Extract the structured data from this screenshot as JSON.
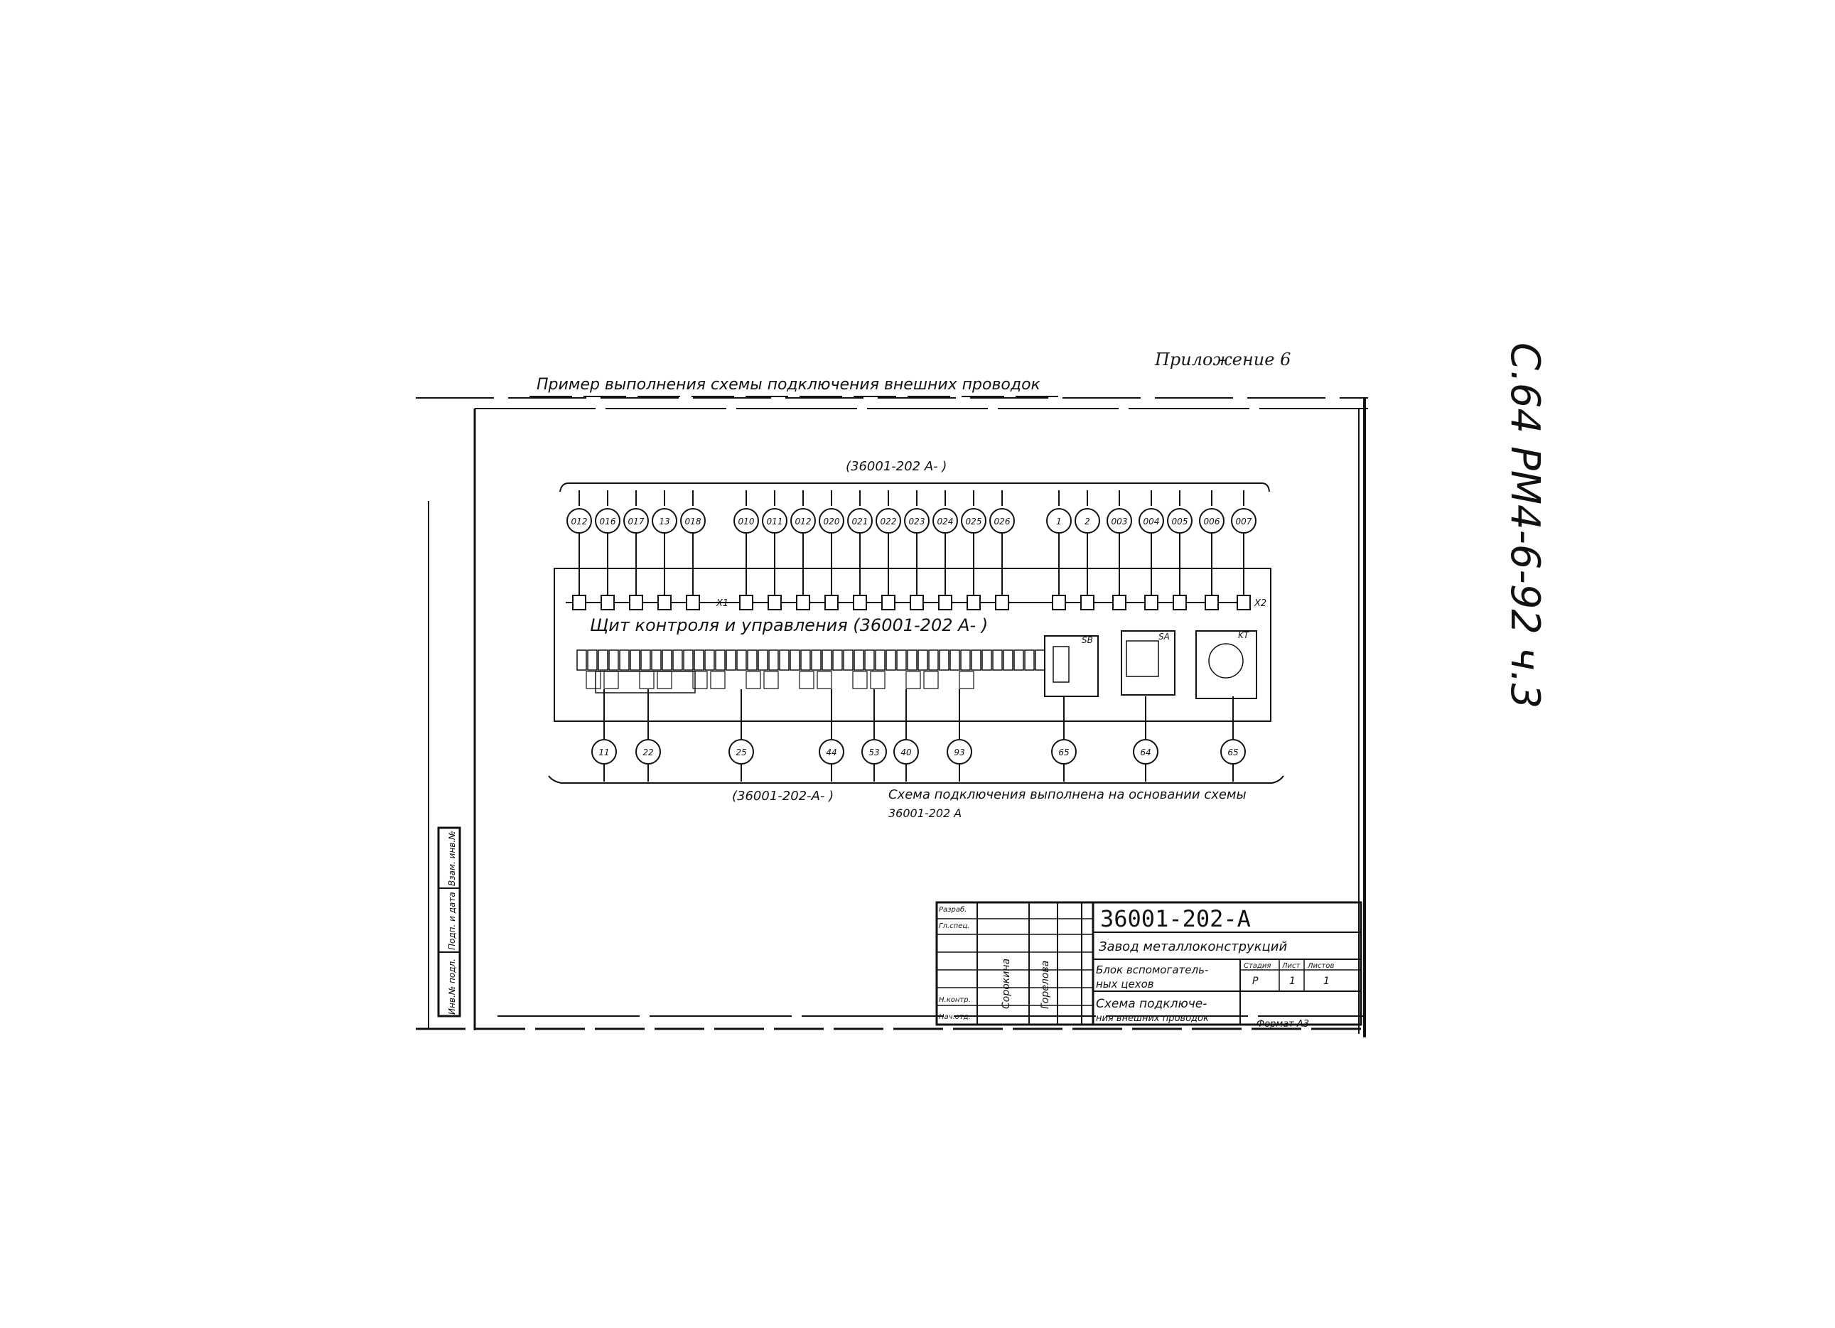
{
  "page_code": "С.64   РМ4-6-92 ч.3",
  "appendix": "Приложение 6",
  "heading": "Пример выполнения схемы подключения внешних проводок",
  "top_ref": "(36001-202 А- )",
  "panel_title": "Щит контроля и управления (36001-202 А- )",
  "bottom_ref": "(36001-202-А- )",
  "note_line1": "Схема подключения выполнена на основании схемы",
  "note_line2": "36001-202 А",
  "x_labels": [
    "Х1",
    "Х2"
  ],
  "top_circles": [
    "012",
    "016",
    "017",
    "13",
    "018",
    "010",
    "011",
    "012",
    "020",
    "021",
    "022",
    "023",
    "024",
    "025",
    "026",
    "1",
    "2",
    "003",
    "004",
    "005",
    "006",
    "007"
  ],
  "bottom_circles": [
    "11",
    "22",
    "25",
    "44",
    "53",
    "40",
    "93",
    "65",
    "64",
    "65"
  ],
  "devices": [
    "SB",
    "SA",
    "KT"
  ],
  "stamp": {
    "doc_number": "36001-202-А",
    "org": "Завод металлоконструкций",
    "object_line1": "Блок вспомогатель-",
    "object_line2": "ных цехов",
    "title_line1": "Схема подключе-",
    "title_line2": "ния внешних проводок",
    "stage_label": "Стадия",
    "sheet_label": "Лист",
    "sheets_label": "Листов",
    "stage": "Р",
    "sheet": "1",
    "sheets": "1",
    "roles": [
      "Разраб.",
      "Гл.спец.",
      "Н.контр.",
      "Нач.отд."
    ],
    "signatures": [
      "Сорокина",
      "Горелова"
    ],
    "format": "Формат А3"
  },
  "side_stamp": [
    "Инв.№ подл.",
    "Подп. и дата",
    "Взам. инв.№"
  ]
}
